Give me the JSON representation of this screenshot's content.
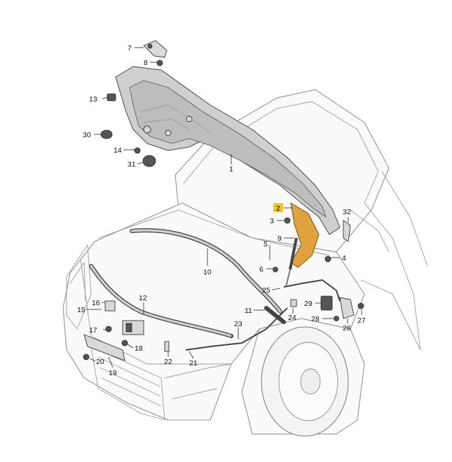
{
  "highlight_color": "#f2c230",
  "part_color": "#e0a23a",
  "callouts": [
    {
      "id": "c7",
      "label": "7"
    },
    {
      "id": "c8",
      "label": "8"
    },
    {
      "id": "c13",
      "label": "13"
    },
    {
      "id": "c30",
      "label": "30"
    },
    {
      "id": "c14",
      "label": "14"
    },
    {
      "id": "c31",
      "label": "31"
    },
    {
      "id": "c1",
      "label": "1"
    },
    {
      "id": "c2",
      "label": "2"
    },
    {
      "id": "c3",
      "label": "3"
    },
    {
      "id": "c32",
      "label": "32"
    },
    {
      "id": "c9",
      "label": "9"
    },
    {
      "id": "c5",
      "label": "5"
    },
    {
      "id": "c4",
      "label": "4"
    },
    {
      "id": "c6",
      "label": "6"
    },
    {
      "id": "c10",
      "label": "10"
    },
    {
      "id": "c25",
      "label": "25"
    },
    {
      "id": "c16",
      "label": "16"
    },
    {
      "id": "c12",
      "label": "12"
    },
    {
      "id": "c15",
      "label": "15"
    },
    {
      "id": "c11",
      "label": "11"
    },
    {
      "id": "c24",
      "label": "24"
    },
    {
      "id": "c29",
      "label": "29"
    },
    {
      "id": "c17",
      "label": "17"
    },
    {
      "id": "c23",
      "label": "23"
    },
    {
      "id": "c28",
      "label": "28"
    },
    {
      "id": "c27",
      "label": "27"
    },
    {
      "id": "c26",
      "label": "26"
    },
    {
      "id": "c18",
      "label": "18"
    },
    {
      "id": "c22",
      "label": "22"
    },
    {
      "id": "c20",
      "label": "20"
    },
    {
      "id": "c21",
      "label": "21"
    },
    {
      "id": "c19",
      "label": "19"
    }
  ]
}
